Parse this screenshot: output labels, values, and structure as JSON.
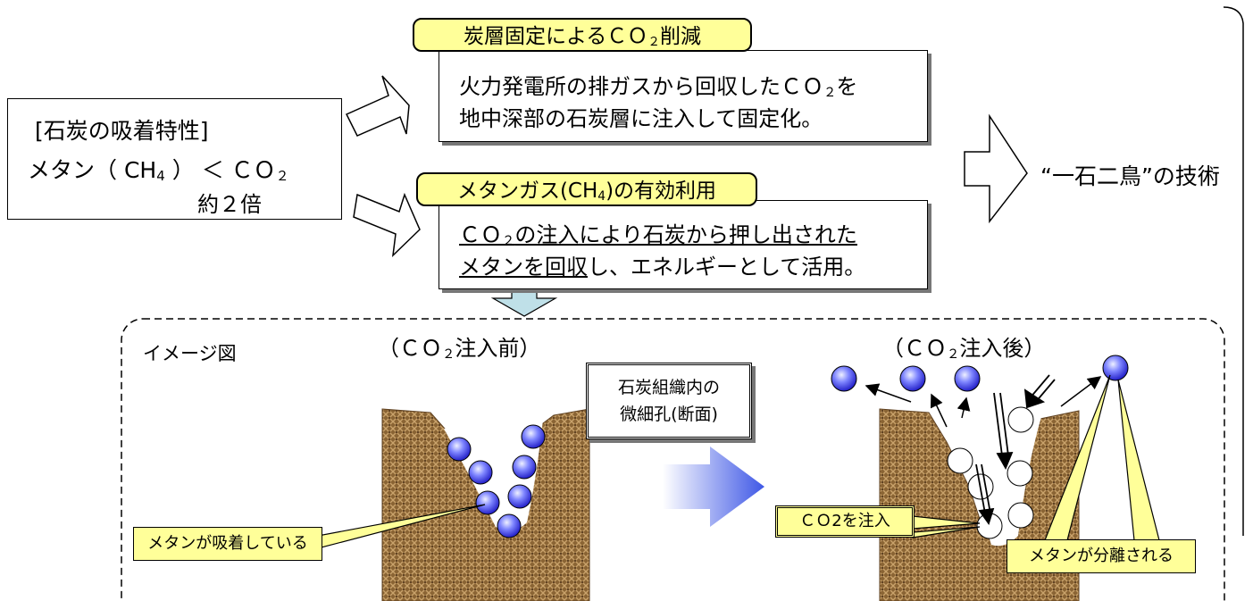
{
  "adsorption": {
    "title": "[石炭の吸着特性]",
    "methane": "メタン",
    "ch": "CH",
    "four": "4",
    "lt": "＜",
    "co": "ＣＯ",
    "two": "２",
    "ratio": "約２倍"
  },
  "fixation": {
    "label_pre": "炭層固定による",
    "label_co": "ＣＯ",
    "label_two": "２",
    "label_post": "削減",
    "line1_pre": "火力発電所の排ガスから回収した",
    "line1_co": "ＣＯ",
    "line1_two": "２",
    "line1_post": "を",
    "line2": "地中深部の石炭層に注入して固定化。"
  },
  "methane_use": {
    "label_pre": "メタンガス(CH",
    "label_four": "4",
    "label_post": ")の有効利用",
    "line1_co": "ＣＯ",
    "line1_two": "２",
    "line1_ul": "の注入により石炭から押し出された",
    "line2_ul1": "メタンを回収",
    "line2_rest": "し、エネルギーとして活用。"
  },
  "result": "“一石二鳥”の技術",
  "image": {
    "title": "イメージ図",
    "before_open": "（",
    "before_co": "ＣＯ",
    "before_two": "２",
    "before_close": "注入前）",
    "after_open": "（",
    "after_co": "ＣＯ",
    "after_two": "２",
    "after_close": "注入後）",
    "pore_line1": "石炭組織内の",
    "pore_line2": "微細孔(断面)",
    "adsorbed": "メタンが吸着している",
    "inject": "ＣＯ2を注入",
    "separated": "メタンが分離される"
  }
}
